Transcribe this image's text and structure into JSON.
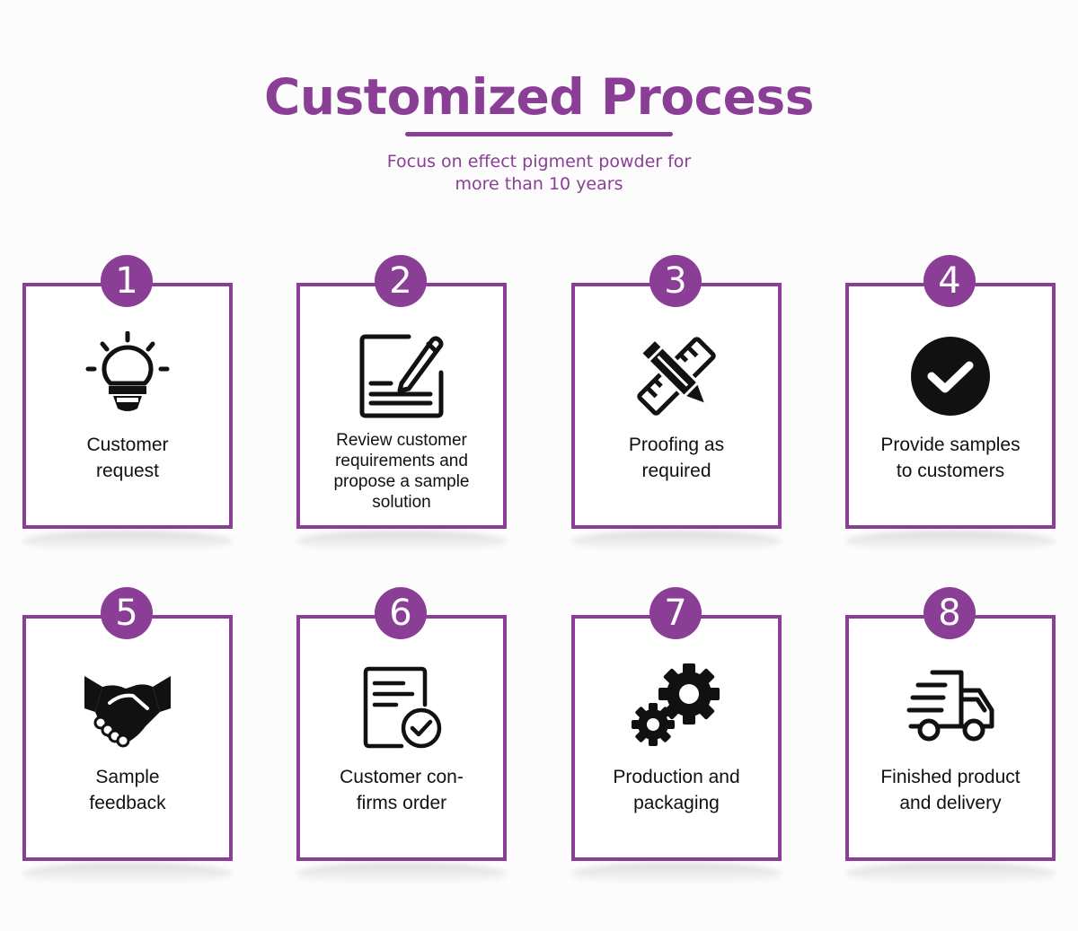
{
  "header": {
    "title": "Customized Process",
    "subtitle_line1": "Focus on effect pigment powder for",
    "subtitle_line2": "more than 10 years"
  },
  "colors": {
    "accent": "#8b3e96",
    "icon": "#111111",
    "card_bg": "#ffffff"
  },
  "steps": [
    {
      "number": "1",
      "icon": "lightbulb-icon",
      "line1": "Customer",
      "line2": "request"
    },
    {
      "number": "2",
      "icon": "document-edit-icon",
      "line1": "Review customer",
      "line2": "requirements and",
      "line3": "propose a sample",
      "line4": "solution"
    },
    {
      "number": "3",
      "icon": "pencil-ruler-icon",
      "line1": "Proofing as",
      "line2": "required"
    },
    {
      "number": "4",
      "icon": "check-circle-icon",
      "line1": "Provide samples",
      "line2": "to customers"
    },
    {
      "number": "5",
      "icon": "handshake-icon",
      "line1": "Sample",
      "line2": "feedback"
    },
    {
      "number": "6",
      "icon": "document-check-icon",
      "line1": "Customer con-",
      "line2": "firms order"
    },
    {
      "number": "7",
      "icon": "gears-icon",
      "line1": "Production and",
      "line2": "packaging"
    },
    {
      "number": "8",
      "icon": "delivery-truck-icon",
      "line1": "Finished product",
      "line2": "and delivery"
    }
  ]
}
